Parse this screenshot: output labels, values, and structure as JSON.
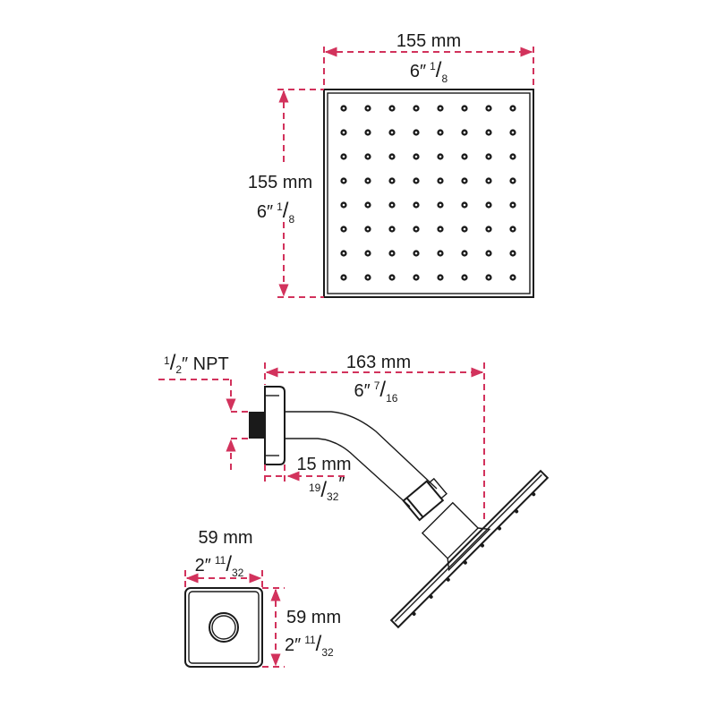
{
  "colors": {
    "dimension": "#d2325c",
    "outline": "#1a1a1a"
  },
  "head_width": {
    "metric": "155 mm",
    "imperial_whole": "6″",
    "imperial_num": "1",
    "imperial_den": "8"
  },
  "head_height": {
    "metric": "155 mm",
    "imperial_whole": "6″",
    "imperial_num": "1",
    "imperial_den": "8"
  },
  "arm_reach": {
    "metric": "163 mm",
    "imperial_whole": "6″",
    "imperial_num": "7",
    "imperial_den": "16"
  },
  "thread": {
    "num": "1",
    "den": "2",
    "suffix": "″ NPT"
  },
  "flange_depth": {
    "metric": "15 mm",
    "imperial_num": "19",
    "imperial_den": "32",
    "suffix": "″"
  },
  "flange_width": {
    "metric": "59 mm",
    "imperial_whole": "2″",
    "imperial_num": "11",
    "imperial_den": "32"
  },
  "flange_height": {
    "metric": "59 mm",
    "imperial_whole": "2″",
    "imperial_num": "11",
    "imperial_den": "32"
  },
  "nozzle_grid": {
    "rows": 8,
    "cols": 8
  }
}
